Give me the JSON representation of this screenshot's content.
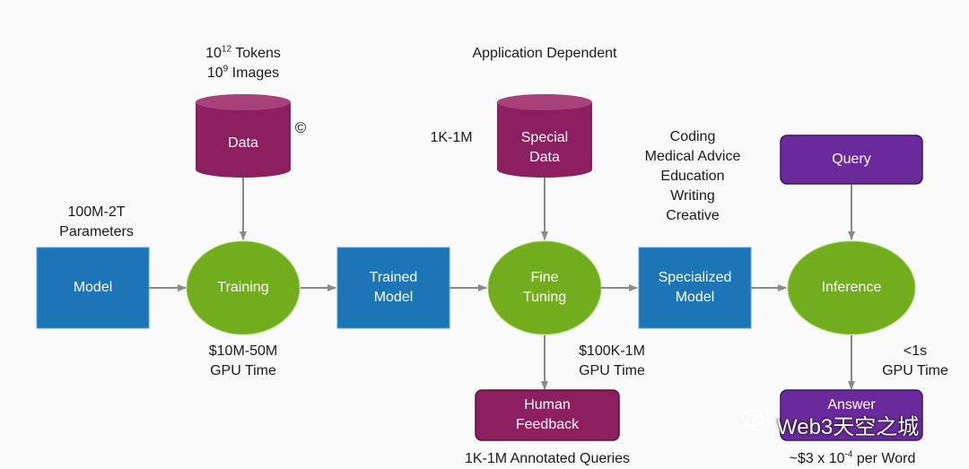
{
  "nodes": {
    "model": "Model",
    "training": "Training",
    "trained_model": [
      "Trained",
      "Model"
    ],
    "fine_tuning": [
      "Fine",
      "Tuning"
    ],
    "specialized_model": [
      "Specialized",
      "Model"
    ],
    "inference": "Inference",
    "data": "Data",
    "special_data": [
      "Special",
      "Data"
    ],
    "query": "Query",
    "human_feedback": [
      "Human",
      "Feedback"
    ],
    "answer": "Answer"
  },
  "labels": {
    "tokens_base": "10",
    "tokens_exp": "12",
    "tokens_unit": " Tokens",
    "images_base": "10",
    "images_exp": "9",
    "images_unit": " Images",
    "copyright": "©",
    "parameters": [
      "100M-2T",
      "Parameters"
    ],
    "training_cost": [
      "$10M-50M",
      "GPU Time"
    ],
    "application_dependent": "Application Dependent",
    "special_data_size": "1K-1M",
    "domains": [
      "Coding",
      "Medical Advice",
      "Education",
      "Writing",
      "Creative"
    ],
    "finetune_cost": [
      "$100K-1M",
      "GPU Time"
    ],
    "annotated_queries": "1K-1M Annotated Queries",
    "inference_time": [
      "<1s",
      "GPU Time"
    ],
    "answer_cost_prefix": "~$3 x 10",
    "answer_cost_exp": "-4",
    "answer_cost_suffix": " per Word"
  },
  "watermark": {
    "icon": "wechat-icon",
    "text": "Web3天空之城"
  },
  "colors": {
    "box_blue": "#1c75b7",
    "ellipse_green": "#72ad1e",
    "cylinder_magenta": "#8c1f5f",
    "query_purple": "#6a2a9c",
    "arrow_gray": "#8a8a8a"
  }
}
